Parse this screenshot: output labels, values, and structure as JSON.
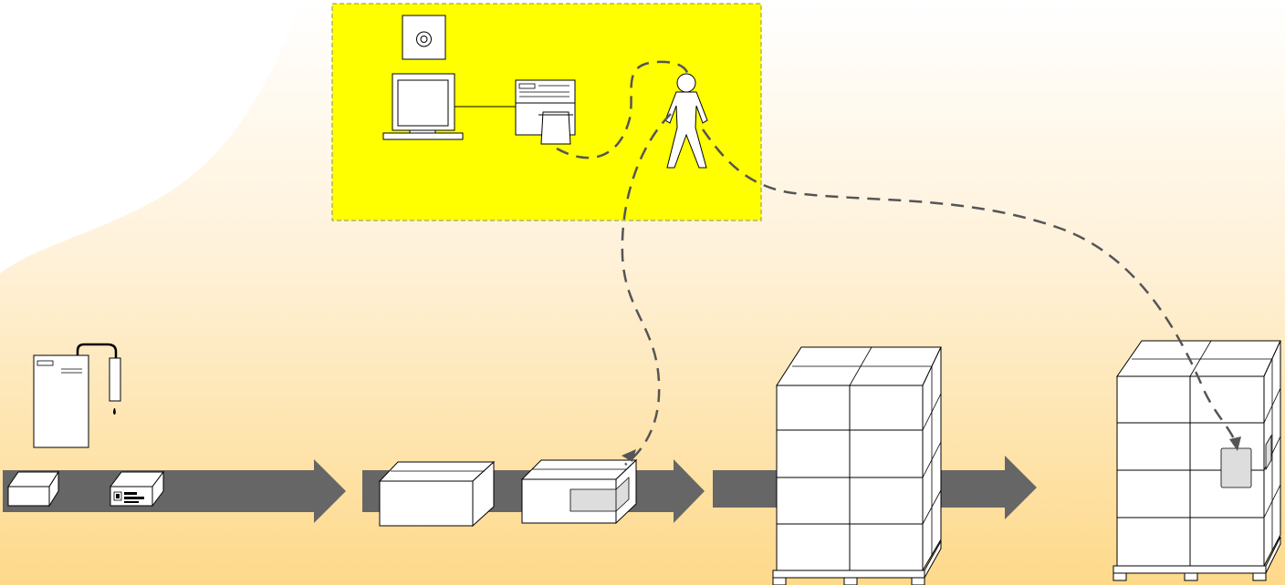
{
  "colors": {
    "background_top": "#ffffff",
    "background_bottom": "#fdd98a",
    "background_mid": "#fff1d8",
    "yellow_zone": "#ffff00",
    "arrow": "#666666",
    "dash_path": "#555555",
    "outline": "#000000",
    "label_patch": "#dddddd"
  },
  "icons": {
    "disc": "cd-disc-icon",
    "computer": "desktop-computer-icon",
    "printer": "label-printer-icon",
    "operator": "operator-person-icon",
    "inkjet": "inkjet-coder-icon",
    "product": "product-box-icon",
    "case": "shipping-case-icon",
    "pallet": "pallet-load-icon"
  },
  "flow": {
    "stages": [
      "product-coding",
      "case-labeling",
      "palletizing",
      "pallet-labeling"
    ]
  }
}
